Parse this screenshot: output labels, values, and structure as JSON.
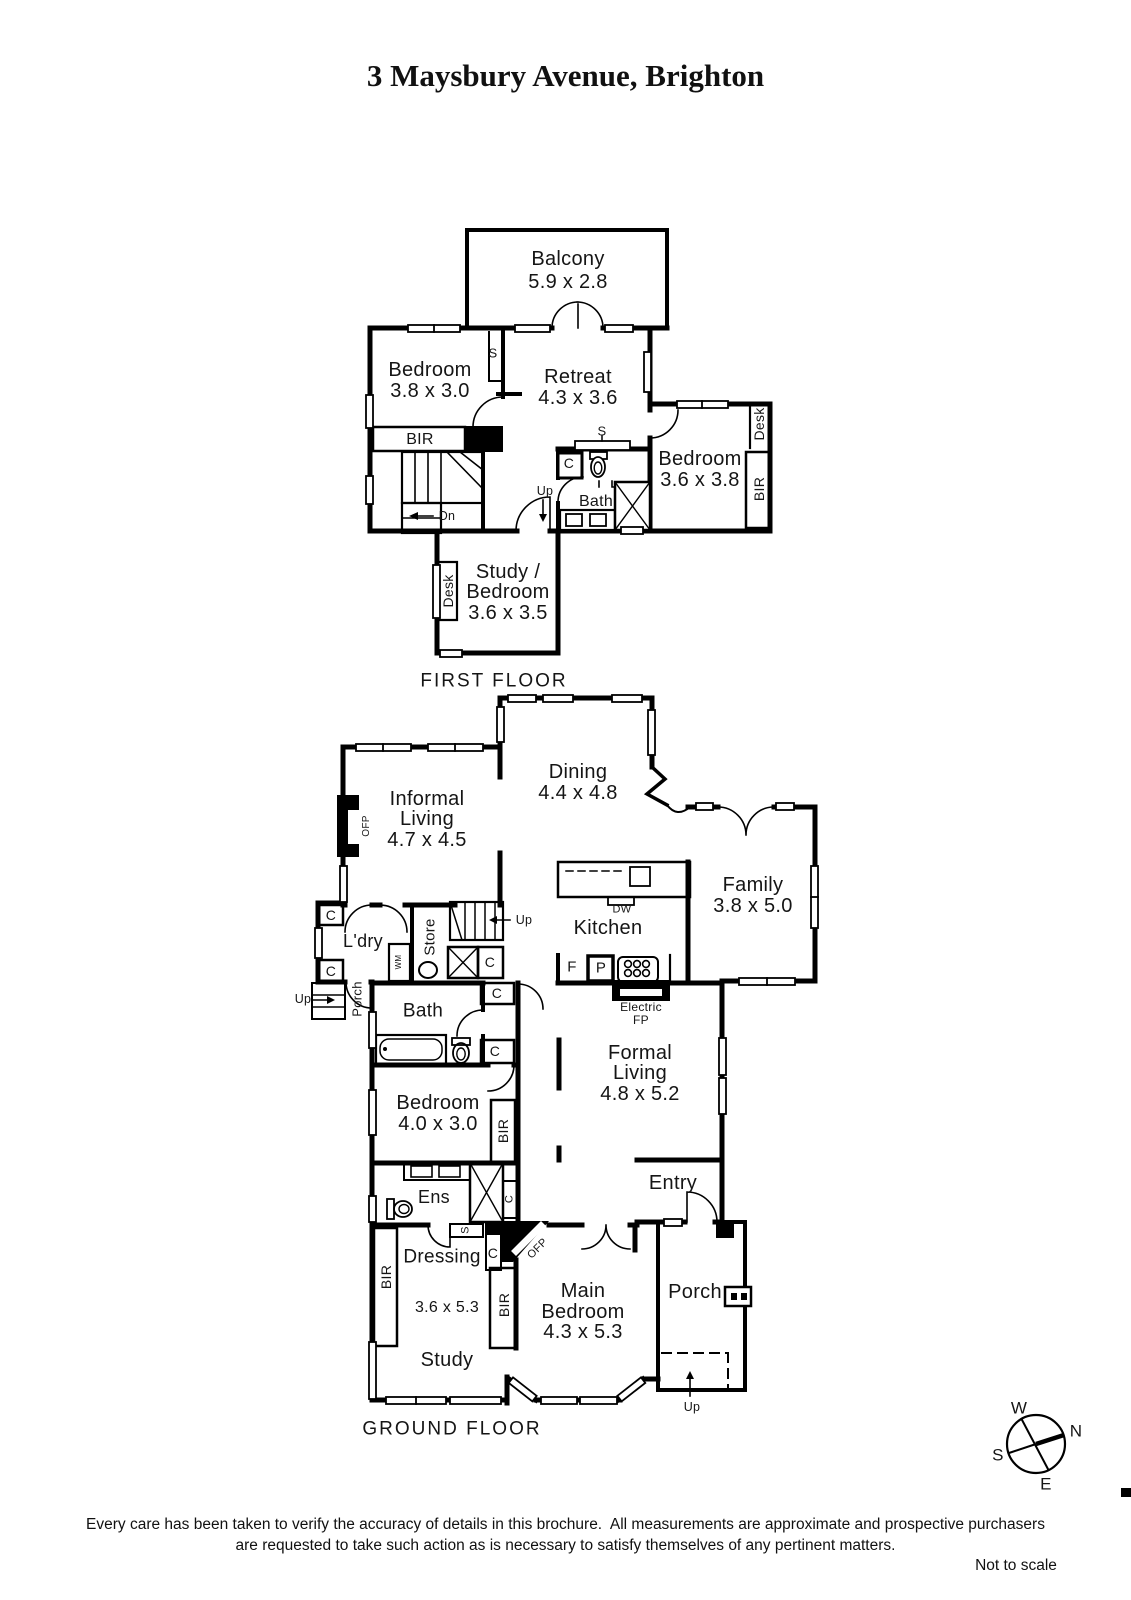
{
  "title": "3 Maysbury Avenue, Brighton",
  "glyphs": {
    "c": "C",
    "s": "S",
    "bir": "BIR",
    "desk": "Desk",
    "up": "Up",
    "dn": "Dn",
    "ofp": "OFP",
    "wm": "WM",
    "dw": "DW",
    "f": "F",
    "p": "P",
    "store": "Store",
    "porch": "Porch"
  },
  "first_floor": {
    "floor_label": "FIRST FLOOR",
    "balcony": {
      "name": "Balcony",
      "dims": "5.9 x 2.8"
    },
    "bedroom_left": {
      "name": "Bedroom",
      "dims": "3.8 x 3.0"
    },
    "retreat": {
      "name": "Retreat",
      "dims": "4.3 x 3.6"
    },
    "bedroom_right": {
      "name": "Bedroom",
      "dims": "3.6 x 3.8"
    },
    "study_bedroom": {
      "name_line1": "Study /",
      "name_line2": "Bedroom",
      "dims": "3.6 x 3.5"
    },
    "bath": "Bath"
  },
  "ground_floor": {
    "floor_label": "GROUND FLOOR",
    "dining": {
      "name": "Dining",
      "dims": "4.4 x 4.8"
    },
    "informal_living": {
      "name_line1": "Informal",
      "name_line2": "Living",
      "dims": "4.7 x 4.5"
    },
    "family": {
      "name": "Family",
      "dims": "3.8 x 5.0"
    },
    "kitchen": "Kitchen",
    "laundry": "L'dry",
    "bath": "Bath",
    "bedroom": {
      "name": "Bedroom",
      "dims": "4.0 x 3.0"
    },
    "formal_living": {
      "name_line1": "Formal",
      "name_line2": "Living",
      "dims": "4.8 x 5.2"
    },
    "entry": "Entry",
    "ens": "Ens",
    "dressing": {
      "name": "Dressing",
      "dims": "3.6 x 5.3"
    },
    "main_bedroom": {
      "name_line1": "Main",
      "name_line2": "Bedroom",
      "dims": "4.3 x 5.3"
    },
    "porch": "Porch",
    "study": "Study",
    "electric_fp": {
      "line1": "Electric",
      "line2": "FP"
    }
  },
  "compass": {
    "n": "N",
    "e": "E",
    "s": "S",
    "w": "W"
  },
  "footer": {
    "disclaimer_line1": "Every care has been taken to verify the accuracy of details in this brochure.  All measurements are approximate and prospective purchasers",
    "disclaimer_line2": "are requested to take such action as is necessary to satisfy themselves of any pertinent matters.",
    "not_to_scale": "Not to scale"
  }
}
